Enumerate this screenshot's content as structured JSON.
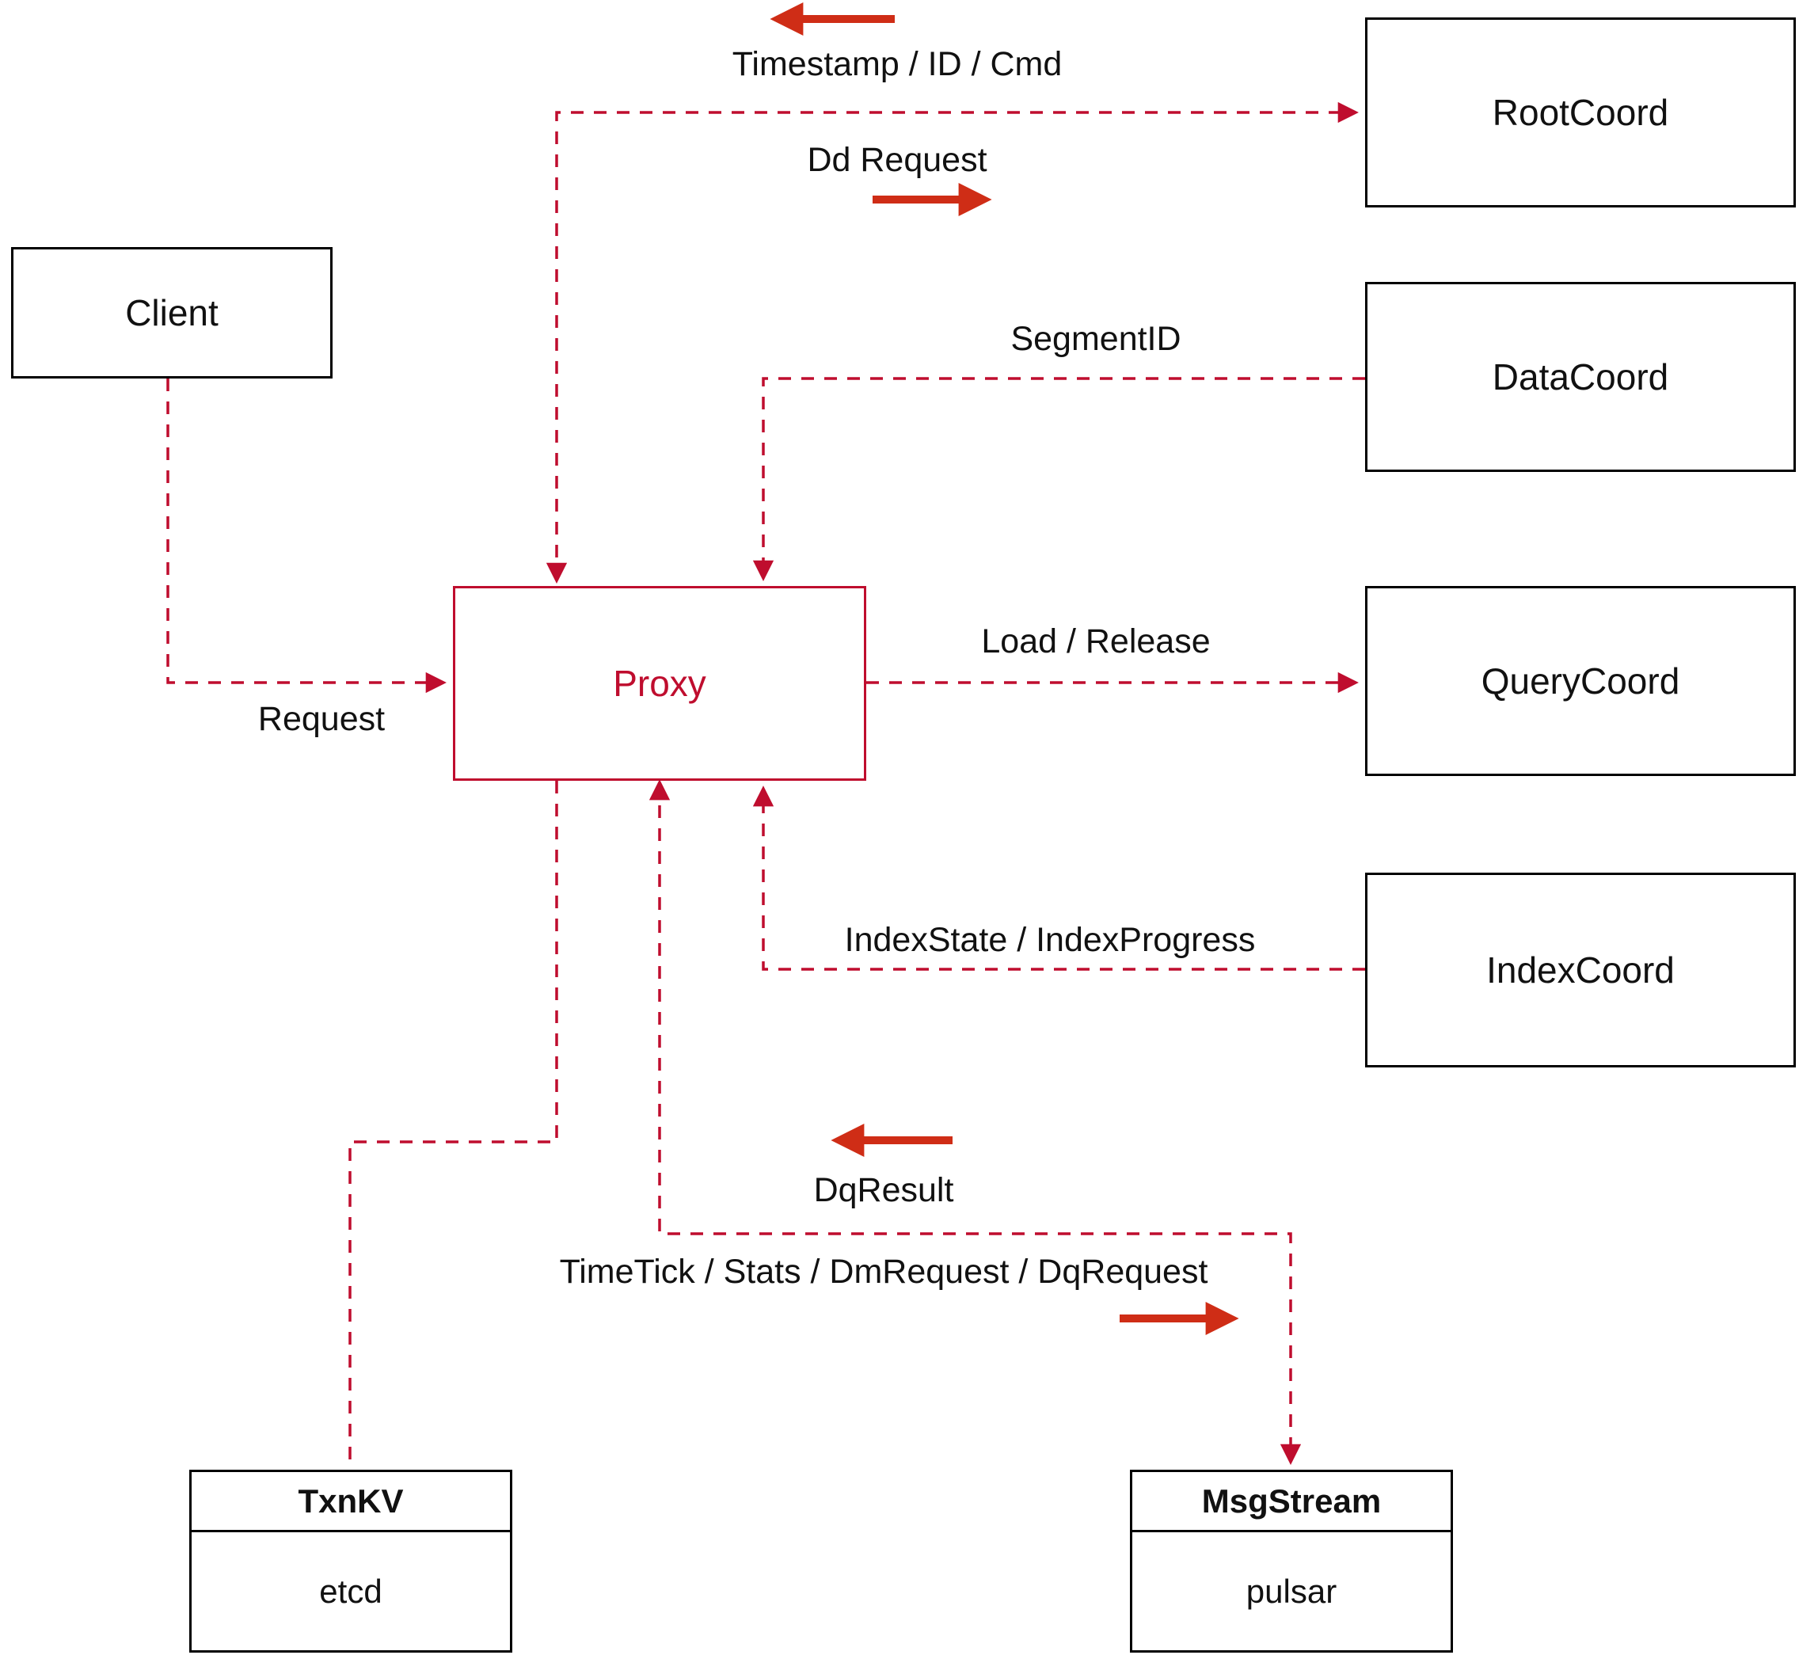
{
  "diagram": {
    "nodes": {
      "client": {
        "label": "Client"
      },
      "rootcoord": {
        "label": "RootCoord"
      },
      "datacoord": {
        "label": "DataCoord"
      },
      "querycoord": {
        "label": "QueryCoord"
      },
      "indexcoord": {
        "label": "IndexCoord"
      },
      "proxy": {
        "label": "Proxy"
      },
      "txnkv": {
        "title": "TxnKV",
        "impl": "etcd"
      },
      "msgstream": {
        "title": "MsgStream",
        "impl": "pulsar"
      }
    },
    "labels": {
      "timestamp_id_cmd": "Timestamp / ID / Cmd",
      "dd_request": "Dd Request",
      "segment_id": "SegmentID",
      "request": "Request",
      "load_release": "Load / Release",
      "index_state_progress": "IndexState / IndexProgress",
      "dq_result": "DqResult",
      "timetick_stats": "TimeTick / Stats / DmRequest / DqRequest"
    },
    "colors": {
      "edge_red": "#bf0d2e",
      "arrow_red": "#cf2d16",
      "box_border": "#000000",
      "background": "#ffffff"
    }
  }
}
